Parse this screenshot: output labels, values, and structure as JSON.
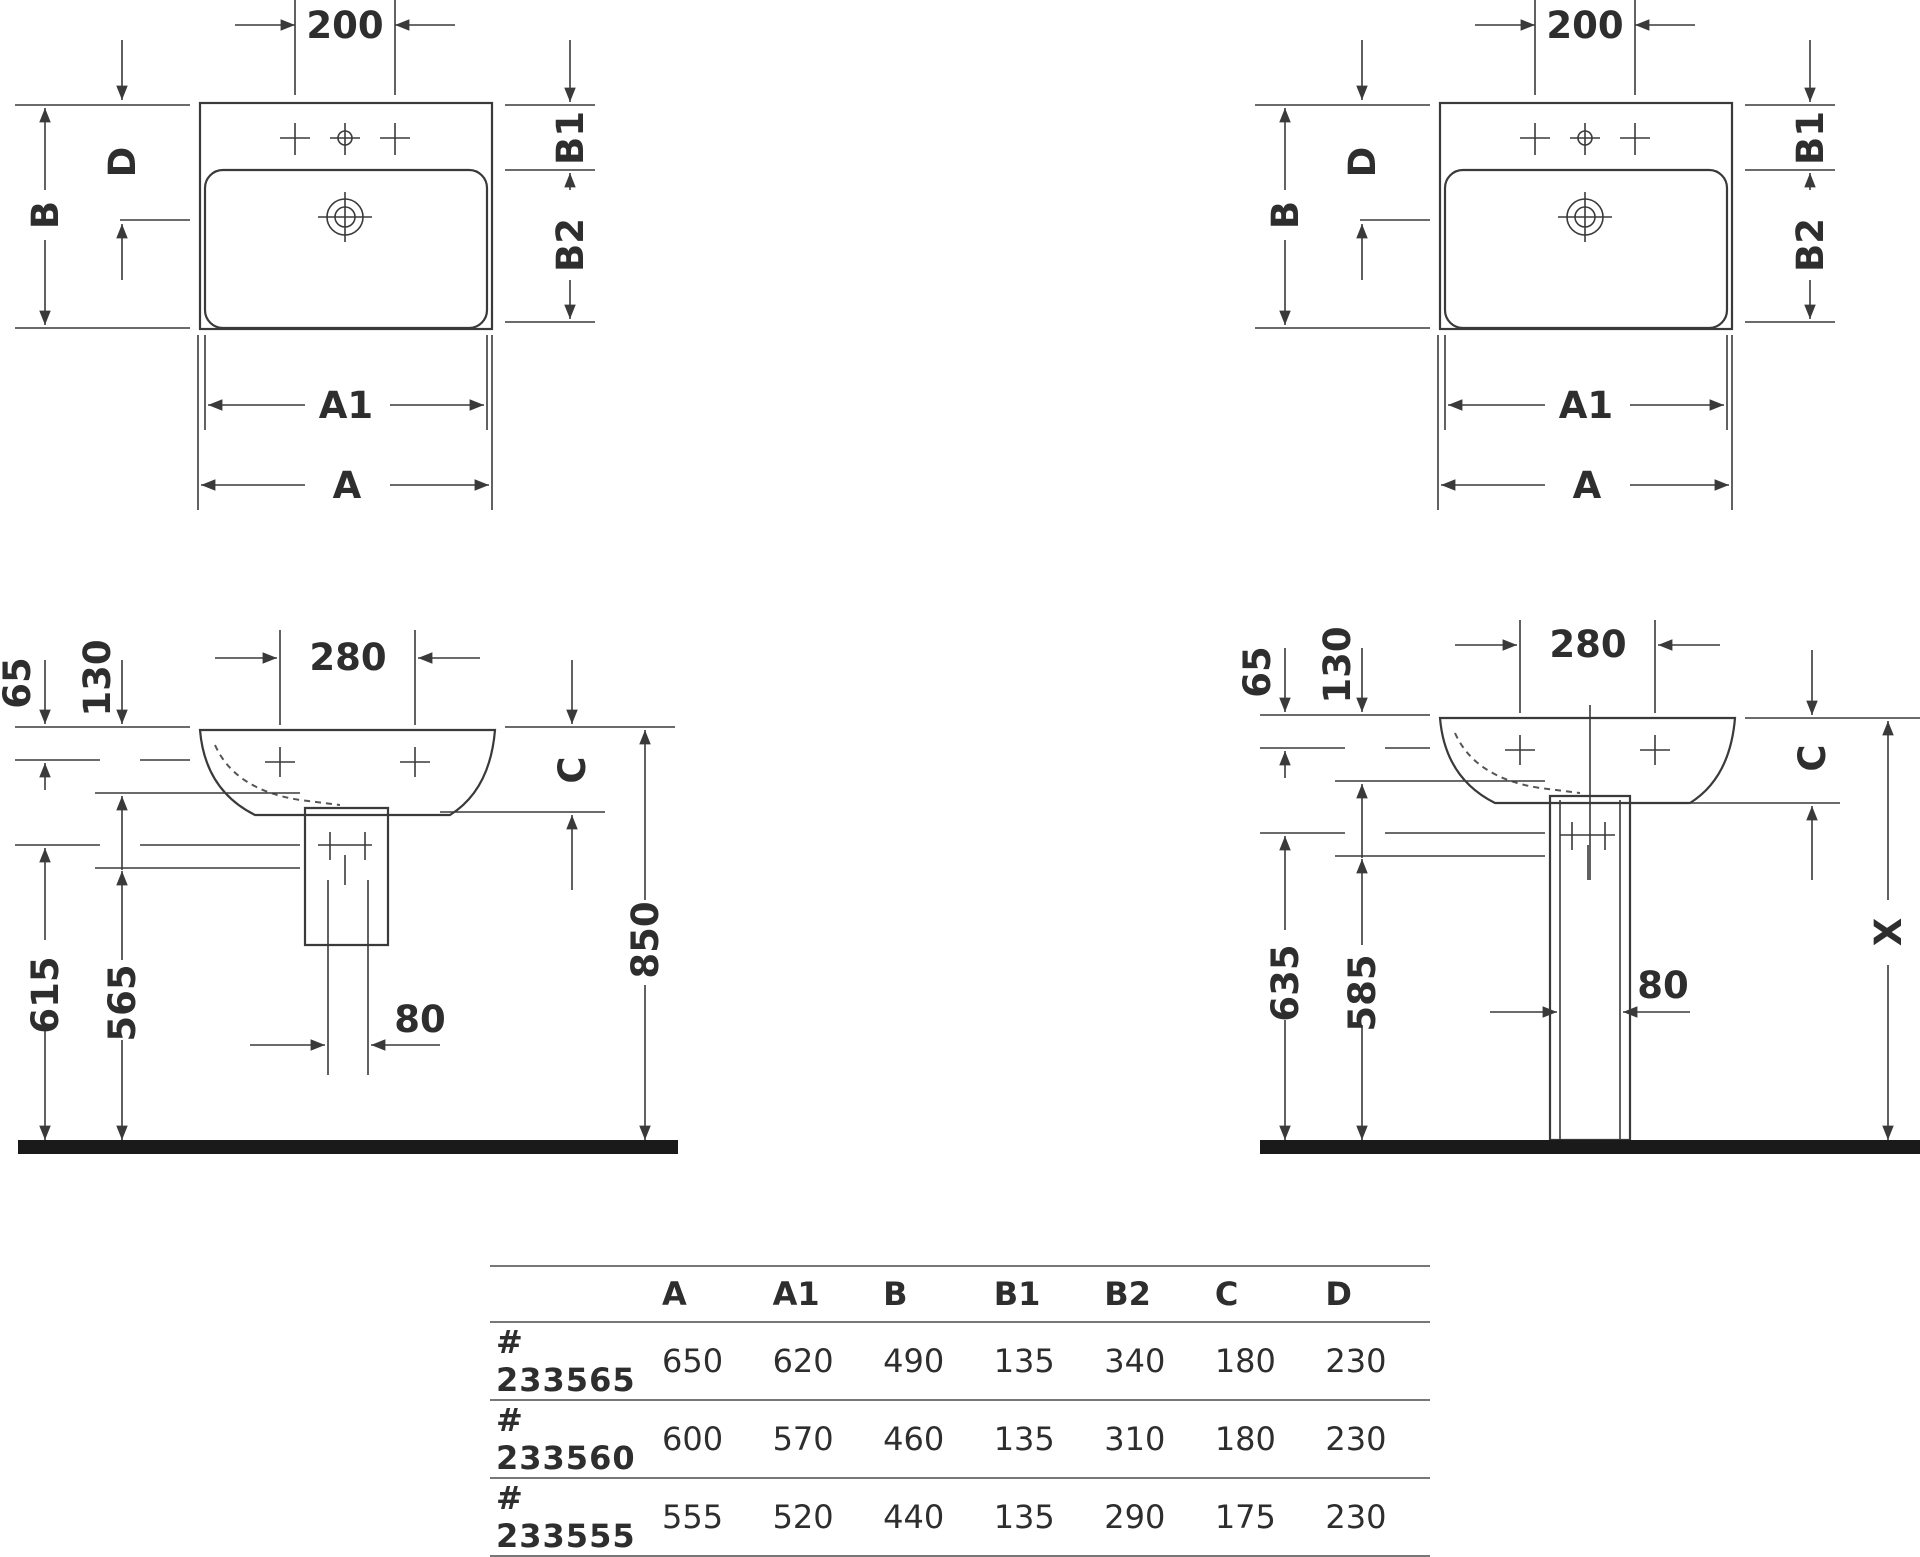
{
  "top_views": {
    "left": {
      "hole_spacing": "200",
      "A1": "A1",
      "A": "A",
      "B": "B",
      "D": "D",
      "B1": "B1",
      "B2": "B2"
    },
    "right": {
      "hole_spacing": "200",
      "A1": "A1",
      "A": "A",
      "B": "B",
      "D": "D",
      "B1": "B1",
      "B2": "B2"
    }
  },
  "side_views": {
    "left": {
      "width_280": "280",
      "dim_65": "65",
      "dim_130": "130",
      "C": "C",
      "height_850": "850",
      "height_615": "615",
      "height_565": "565",
      "siphon_80": "80"
    },
    "right": {
      "width_280": "280",
      "dim_65": "65",
      "dim_130": "130",
      "C": "C",
      "X": "X",
      "height_635": "635",
      "height_585": "585",
      "pedestal_80": "80"
    }
  },
  "table": {
    "headers": [
      "",
      "A",
      "A1",
      "B",
      "B1",
      "B2",
      "C",
      "D"
    ],
    "rows": [
      {
        "model": "# 233565",
        "values": [
          "650",
          "620",
          "490",
          "135",
          "340",
          "180",
          "230"
        ]
      },
      {
        "model": "# 233560",
        "values": [
          "600",
          "570",
          "460",
          "135",
          "310",
          "180",
          "230"
        ]
      },
      {
        "model": "# 233555",
        "values": [
          "555",
          "520",
          "440",
          "135",
          "290",
          "175",
          "230"
        ]
      }
    ]
  }
}
